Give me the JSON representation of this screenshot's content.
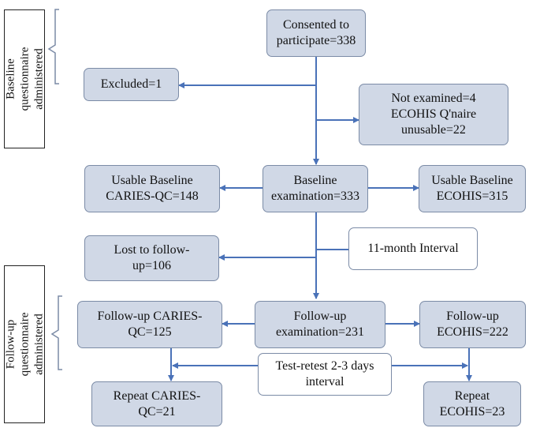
{
  "side_labels": {
    "baseline": "Baseline questionnaire\nadministered",
    "followup": "Follow-up questionnaire\nadministered"
  },
  "nodes": {
    "consented": "Consented to\nparticipate=338",
    "excluded": "Excluded=1",
    "not_examined": "Not examined=4\nECOHIS Q'naire\nunusable=22",
    "usable_caries": "Usable Baseline\nCARIES-QC=148",
    "baseline_exam": "Baseline\nexamination=333",
    "usable_ecohis": "Usable Baseline\nECOHIS=315",
    "lost_followup": "Lost to follow-\nup=106",
    "interval_11": "11-month Interval",
    "followup_caries": "Follow-up CARIES-\nQC=125",
    "followup_exam": "Follow-up\nexamination=231",
    "followup_ecohis": "Follow-up\nECOHIS=222",
    "test_retest": "Test-retest 2-3 days\ninterval",
    "repeat_caries": "Repeat CARIES-\nQC=21",
    "repeat_ecohis": "Repeat\nECOHIS=23"
  },
  "colors": {
    "box_fill": "#d0d8e6",
    "border": "#7b8ba6",
    "arrow": "#4a72b8"
  }
}
